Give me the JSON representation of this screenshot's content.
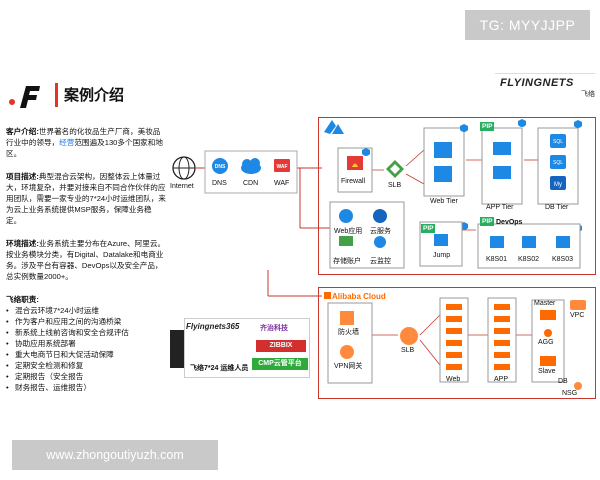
{
  "watermarks": {
    "top": "TG: MYYJJPP",
    "bottom": "www.zhongoutiyuzh.com"
  },
  "header": {
    "title": "案例介绍",
    "brand": "FLYINGNETS",
    "brand_sub": "飞络"
  },
  "left": {
    "client_label": "客户介绍:",
    "client_text_a": "世界著名的化妆品生产厂商，美妆品行业中的领导，",
    "client_highlight": "经营",
    "client_text_b": "范围遍及130多个国家和地区。",
    "project_label": "项目描述:",
    "project_text": "典型混合云架构，因整体云上体量过大，环境复杂，并要对接来自不同合作伙伴的应用团队，需要一家专业的7*24小时运维团队，来为云上业务系统提供MSP服务，保障业务稳定。",
    "env_label": "环境描述:",
    "env_text": "业务系统主要分布在Azure、阿里云。按业务模块分类，有Digital、Datalake和电商业务。涉及平台有容器、DevOps以及安全产品，总实例数量2000+。",
    "duty_label": "飞络职责:",
    "duties": [
      "混合云环境7*24小时运维",
      "作为客户和应用之间的沟通桥梁",
      "新系统上线前咨询和安全合规评估",
      "协助应用系统部署",
      "重大电商节日和大促活动保障",
      "定期安全检测和修复",
      "定期报告（安全报告",
      "财务报告、运维报告）"
    ]
  },
  "diagram": {
    "internet": "Internet",
    "dns": "DNS",
    "cdn": "CDN",
    "waf": "WAF",
    "firewall": "Firewall",
    "slb": "SLB",
    "web_tier": "Web Tier",
    "app_tier": "APP Tier",
    "db_tier": "DB Tier",
    "pip": "PIP",
    "web_app": "Web应用",
    "cloud_service": "云服务",
    "storage": "存储账户",
    "monitor": "云监控",
    "jump": "Jump",
    "devops": "DevOps",
    "k8s": [
      "K8S01",
      "K8S02",
      "K8S03"
    ],
    "sql": "SQL",
    "my": "My",
    "dns_icon_text": "DNS",
    "waf_icon_text": "WAF",
    "ops_brand": "Flyingnets365",
    "qizhi": "齐治科技",
    "zabbix": "ZIBBIX",
    "cmp": "CMP云管平台",
    "ops_people": "飞络7*24 运维人员",
    "ali_brand": "Alibaba Cloud",
    "ali_firewall": "防火墙",
    "ali_vpn": "VPN网关",
    "ali_slb": "SLB",
    "ali_web": "Web",
    "ali_app": "APP",
    "ali_master": "Master",
    "ali_agg": "AGG",
    "ali_slave": "Slave",
    "ali_db": "DB",
    "ali_vpc": "VPC",
    "ali_nsg": "NSG"
  },
  "colors": {
    "accent_red": "#c9372c",
    "azure_blue": "#1e88e5",
    "ali_orange": "#ff6a00",
    "green": "#27ae60"
  }
}
